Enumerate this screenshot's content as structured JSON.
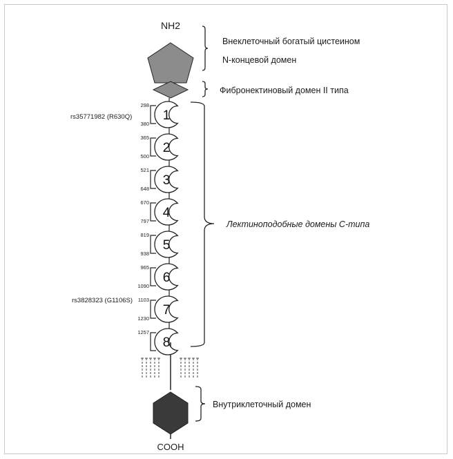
{
  "termini": {
    "n": "NH2",
    "c": "COOH"
  },
  "labels": {
    "extracellular_line1": "Внеклеточный богатый цистеином",
    "extracellular_line2": "N-концевой домен",
    "fibronectin": "Фибронектиновый домен II типа",
    "lectin": "Лектиноподобные домены С-типа",
    "intracellular": "Внутриклеточный домен"
  },
  "snps": [
    {
      "id": "snp1",
      "text": "rs35771982 (R630Q)"
    },
    {
      "id": "snp2",
      "text": "rs3828323 (G1106S)"
    }
  ],
  "domains": [
    {
      "num": "1",
      "start": "298",
      "end": "380"
    },
    {
      "num": "2",
      "start": "365",
      "end": "500"
    },
    {
      "num": "3",
      "start": "521",
      "end": "648"
    },
    {
      "num": "4",
      "start": "670",
      "end": "797"
    },
    {
      "num": "5",
      "start": "819",
      "end": "938"
    },
    {
      "num": "6",
      "start": "965",
      "end": "1090"
    },
    {
      "num": "7",
      "start": "1103",
      "end": "1230"
    },
    {
      "num": "8",
      "start": "1257",
      "end": ""
    }
  ],
  "colors": {
    "pentagon": "#8c8c8c",
    "diamond": "#8c8c8c",
    "hexagon": "#3a3a3a",
    "stroke": "#222222"
  }
}
